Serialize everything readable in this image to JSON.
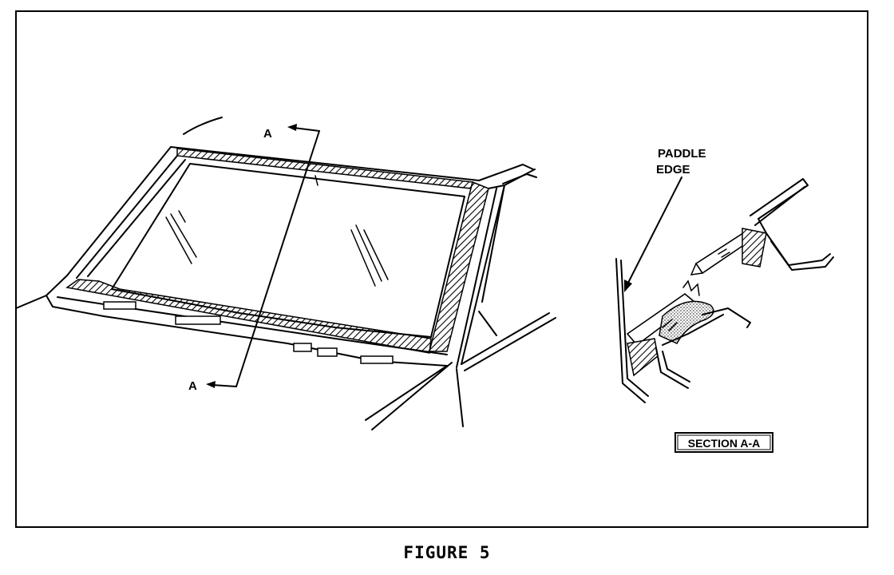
{
  "figure": {
    "caption": "FIGURE 5"
  },
  "labels": {
    "section_top": "A",
    "section_bottom": "A",
    "paddle_line1": "PADDLE",
    "paddle_line2": "EDGE",
    "section_title": "SECTION A-A"
  }
}
